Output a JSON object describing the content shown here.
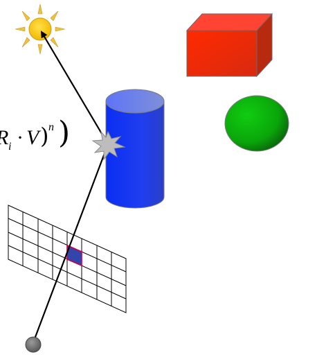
{
  "formula": {
    "base": "R",
    "subscript": "i",
    "operator": "·",
    "view": "V",
    "close_paren_inner": ")",
    "exponent": "n",
    "close_paren_outer": ")"
  },
  "colors": {
    "sun": "#f5c518",
    "sun_rays": "#f0c040",
    "cube_front": "#ee2200",
    "cube_top": "#ff4433",
    "cube_side": "#b82a10",
    "cylinder_body": "#1133ee",
    "cylinder_top": "#6f83f5",
    "sphere": "#11aa11",
    "burst": "#bdbdbd",
    "grid_line": "#000000",
    "pixel_fill": "#3344aa",
    "pixel_outline": "#cc0044",
    "ray": "#000000",
    "eye": "#777777"
  },
  "icons": {
    "light_source": "sun-icon",
    "intersection": "burst-icon",
    "eye": "eye-point-icon"
  }
}
